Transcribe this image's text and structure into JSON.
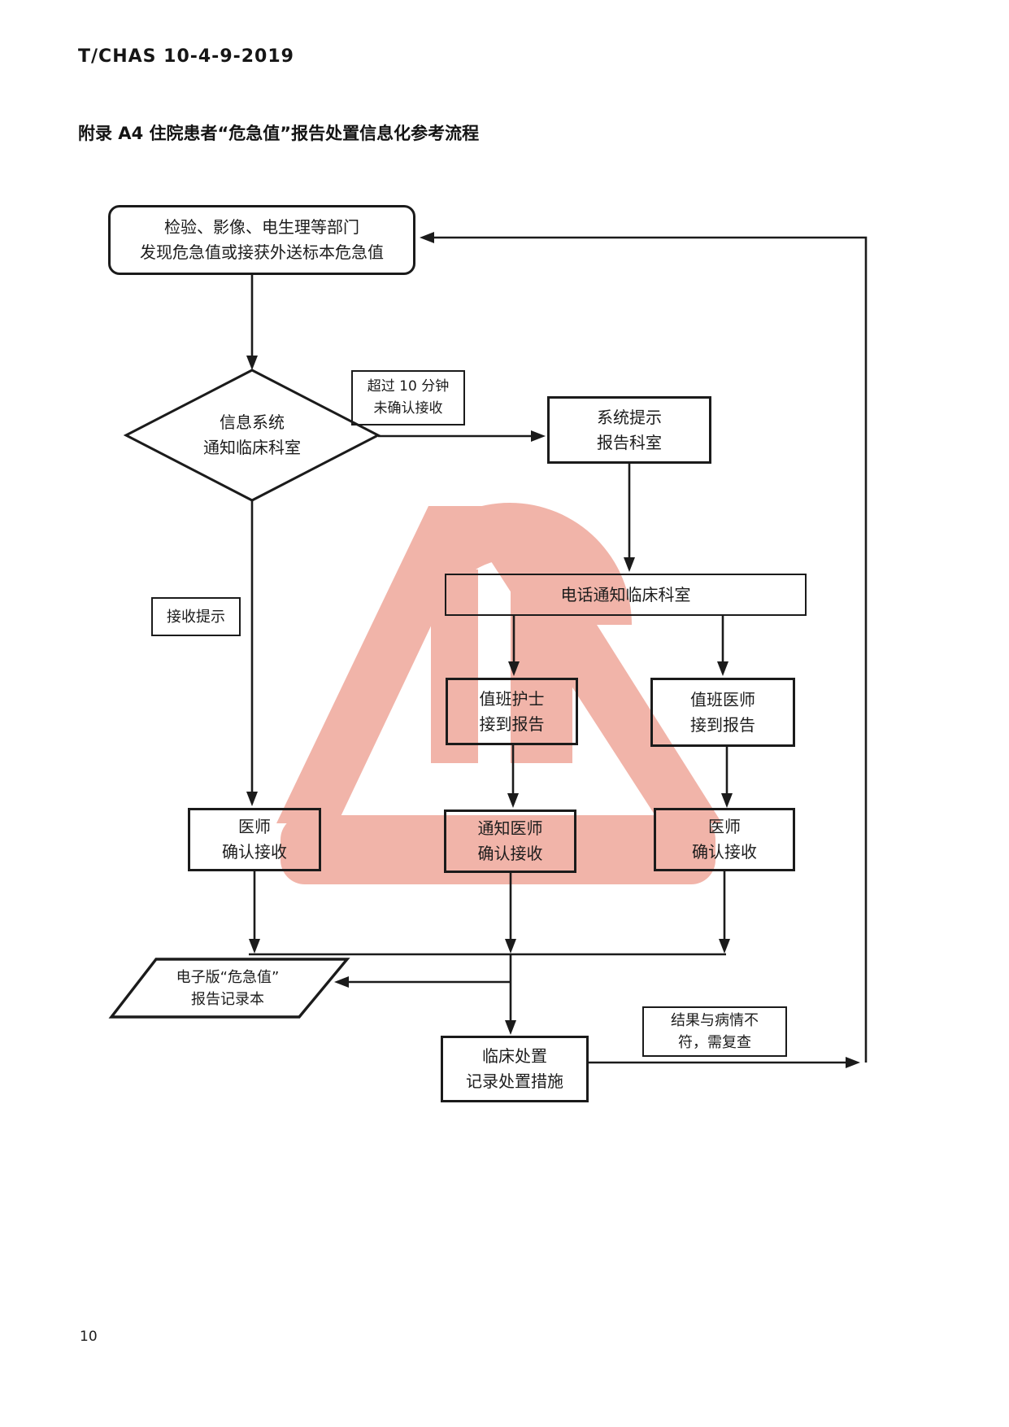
{
  "page": {
    "header": "T/CHAS 10-4-9-2019",
    "title": "附录 A4 住院患者“危急值”报告处置信息化参考流程",
    "page_number": "10"
  },
  "flowchart": {
    "line_color": "#1b1b1b",
    "watermark_color": "#f1b4a9",
    "nodes": {
      "source": {
        "line1": "检验、影像、电生理等部门",
        "line2": "发现危急值或接获外送标本危急值"
      },
      "info_system": {
        "line1": "信息系统",
        "line2": "通知临床科室"
      },
      "timeout": {
        "line1": "超过 10 分钟",
        "line2": "未确认接收"
      },
      "system_alert": {
        "line1": "系统提示",
        "line2": "报告科室"
      },
      "phone_notify": {
        "line1": "电话通知临床科室"
      },
      "receive_hint": {
        "line1": "接收提示"
      },
      "nurse_receive": {
        "line1": "值班护士",
        "line2": "接到报告"
      },
      "doctor_receive": {
        "line1": "值班医师",
        "line2": "接到报告"
      },
      "confirm_left": {
        "line1": "医师",
        "line2": "确认接收"
      },
      "confirm_mid": {
        "line1": "通知医师",
        "line2": "确认接收"
      },
      "confirm_right": {
        "line1": "医师",
        "line2": "确认接收"
      },
      "record_book": {
        "line1": "电子版“危急值”",
        "line2": "报告记录本"
      },
      "treatment": {
        "line1": "临床处置",
        "line2": "记录处置措施"
      },
      "recheck": {
        "line1": "结果与病情不",
        "line2": "符，需复查"
      }
    }
  }
}
